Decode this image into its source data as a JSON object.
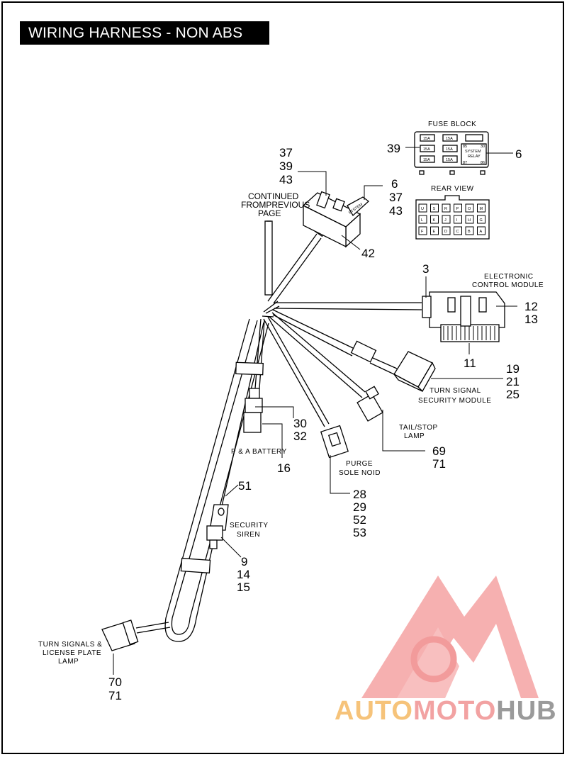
{
  "title": "WIRING HARNESS - NON ABS",
  "labels": {
    "fuse_block": "FUSE BLOCK",
    "rear_view": "REAR VIEW",
    "continued": [
      "CONTINUED",
      "FROMPREVIOUS",
      "PAGE"
    ],
    "ecm": [
      "ELECTRONIC",
      "CONTROL MODULE"
    ],
    "turn_signal_module": [
      "TURN SIGNAL",
      "SECURITY MODULE"
    ],
    "tail_stop": [
      "TAIL/STOP",
      "LAMP"
    ],
    "pa_battery": "P & A BATTERY",
    "purge": [
      "PURGE",
      "SOLE NOID"
    ],
    "security_siren": [
      "SECURITY",
      "SIREN"
    ],
    "turn_signals_lamp": [
      "TURN  SIGNALS &",
      "LICENSE PLATE",
      "LAMP"
    ]
  },
  "fuse_block": {
    "fuses": [
      "15A",
      "15A",
      "15A",
      "15A",
      "15A",
      "15A"
    ],
    "relay": [
      "SYSTEM",
      "RELAY"
    ],
    "relay_pins": [
      "85",
      "30",
      "87",
      "86"
    ]
  },
  "rear_view_pins": [
    [
      "U",
      "S",
      "R",
      "P",
      "O",
      "M"
    ],
    [
      "L",
      "K",
      "J",
      "I",
      "H",
      "G"
    ],
    [
      "F",
      "E",
      "D",
      "C",
      "B",
      "A"
    ]
  ],
  "system_label": "SYSTEM",
  "callouts": {
    "c37_39_43": [
      "37",
      "39",
      "43"
    ],
    "c6_37_43": [
      "6",
      "37",
      "43"
    ],
    "c42": "42",
    "c39": "39",
    "c6": "6",
    "c3": "3",
    "c12_13": [
      "12",
      "13"
    ],
    "c11": "11",
    "c19_21_25": [
      "19",
      "21",
      "25"
    ],
    "c30_32": [
      "30",
      "32"
    ],
    "c16": "16",
    "c69_71": [
      "69",
      "71"
    ],
    "c28_29_52_53": [
      "28",
      "29",
      "52",
      "53"
    ],
    "c51": "51",
    "c9_14_15": [
      "9",
      "14",
      "15"
    ],
    "c70_71": [
      "70",
      "71"
    ]
  },
  "watermark": {
    "parts": [
      "AUTO",
      "MOTO",
      "HUB"
    ],
    "colors": [
      "#f6c37a",
      "#f2a2a2",
      "#9a9a9a"
    ],
    "logo_color": "#f08a8a"
  }
}
